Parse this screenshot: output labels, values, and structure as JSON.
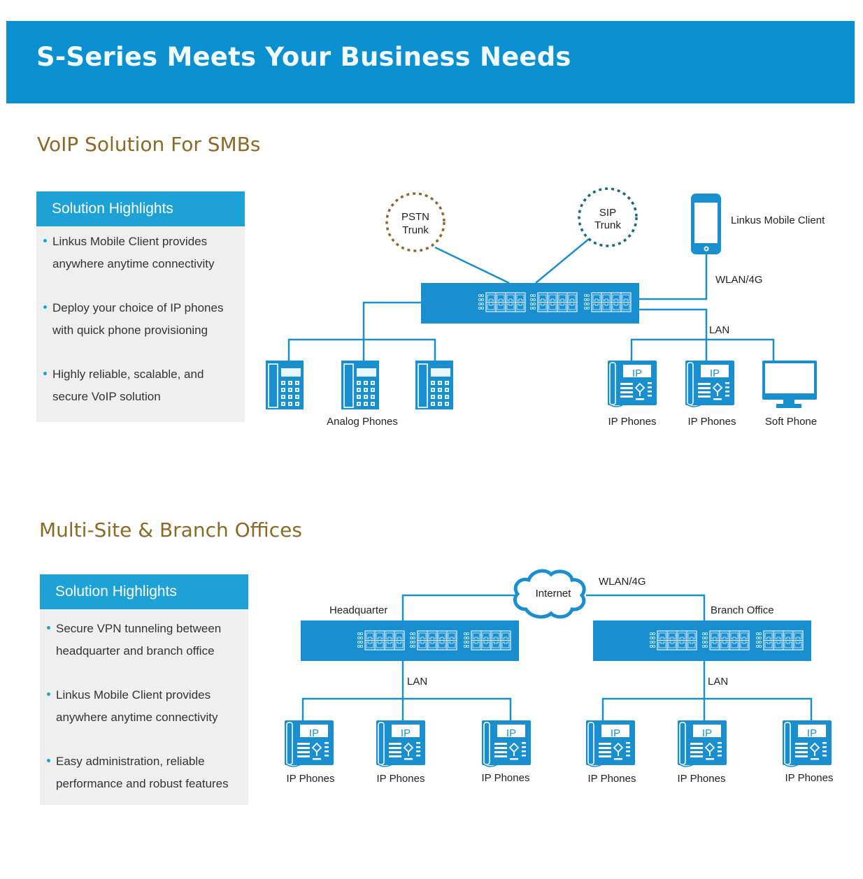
{
  "banner": {
    "title": "S-Series Meets Your Business Needs"
  },
  "colors": {
    "banner": "#0a8fd1",
    "accent": "#1ea2d6",
    "device": "#1a8fd0",
    "line": "#1a8fc8",
    "heading": "#8a6a28",
    "pstn": "#8a6a3a",
    "sip": "#1a6a7a",
    "panel": "#efefef"
  },
  "section1": {
    "title": "VoIP Solution For SMBs",
    "highlights": {
      "heading": "Solution Highlights",
      "items": [
        {
          "line1": "Linkus Mobile Client provides",
          "line2": "anywhere anytime connectivity"
        },
        {
          "line1": "Deploy your choice of IP phones",
          "line2": "with quick phone provisioning"
        },
        {
          "line1": "Highly reliable, scalable, and",
          "line2": "secure VoIP solution"
        }
      ]
    },
    "diagram": {
      "pstn": {
        "line1": "PSTN",
        "line2": "Trunk",
        "icon": "dashed-circle-icon"
      },
      "sip": {
        "line1": "SIP",
        "line2": "Trunk",
        "icon": "dashed-circle-icon"
      },
      "mobile_label": "Linkus Mobile Client",
      "wlan_label": "WLAN/4G",
      "lan_label": "LAN",
      "analog_label": "Analog Phones",
      "ip_label_1": "IP Phones",
      "ip_label_2": "IP Phones",
      "softphone_label": "Soft Phone",
      "ip_screen_text": "IP"
    }
  },
  "section2": {
    "title": "Multi-Site & Branch Offices",
    "highlights": {
      "heading": "Solution Highlights",
      "items": [
        {
          "line1": "Secure VPN tunneling between",
          "line2": "headquarter and branch office"
        },
        {
          "line1": "Linkus Mobile Client provides",
          "line2": "anywhere anytime connectivity"
        },
        {
          "line1": "Easy administration, reliable",
          "line2": "performance and robust features"
        }
      ]
    },
    "diagram": {
      "internet_label": "Internet",
      "wlan_label": "WLAN/4G",
      "hq_label": "Headquarter",
      "branch_label": "Branch Office",
      "lan_left": "LAN",
      "lan_right": "LAN",
      "phone_labels": [
        "IP Phones",
        "IP Phones",
        "IP Phones",
        "IP Phones",
        "IP Phones",
        "IP Phones"
      ],
      "ip_screen_text": "IP"
    }
  }
}
